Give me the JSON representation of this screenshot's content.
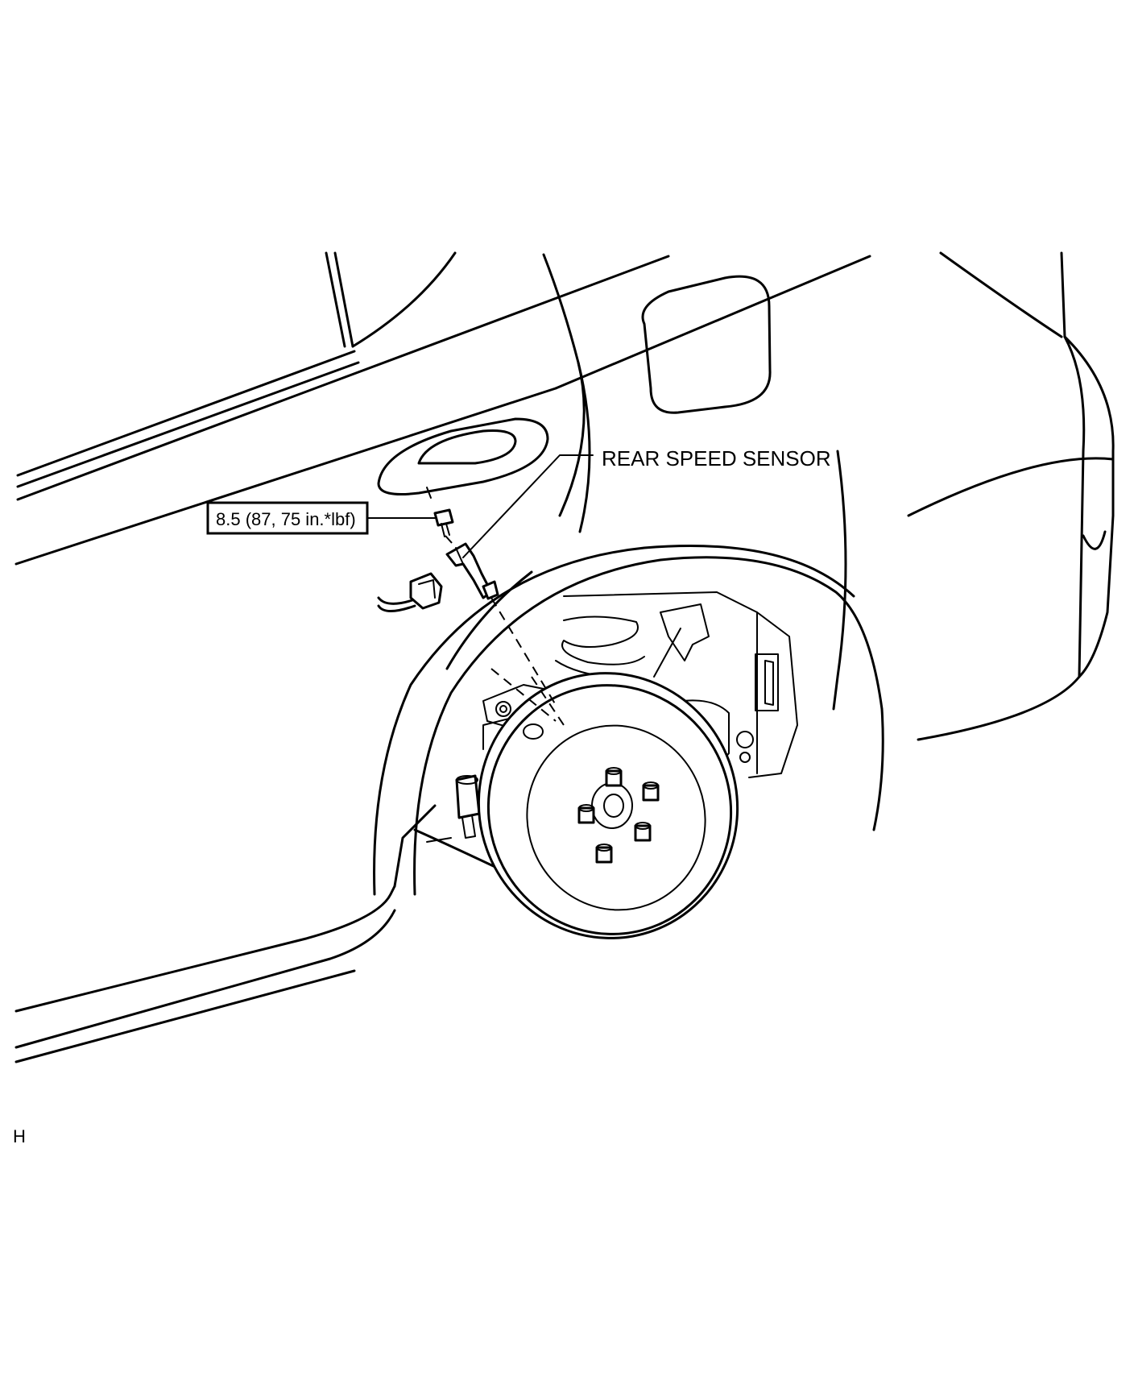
{
  "labels": {
    "sensor_name": "REAR SPEED SENSOR",
    "torque_spec": "8.5 (87, 75 in.*lbf)",
    "corner_code": "H"
  },
  "icons": {
    "part": "rear-speed-sensor",
    "fastener": "bolt",
    "connector": "wire-harness-connector"
  },
  "colors": {
    "line": "#000000",
    "background": "#ffffff"
  }
}
